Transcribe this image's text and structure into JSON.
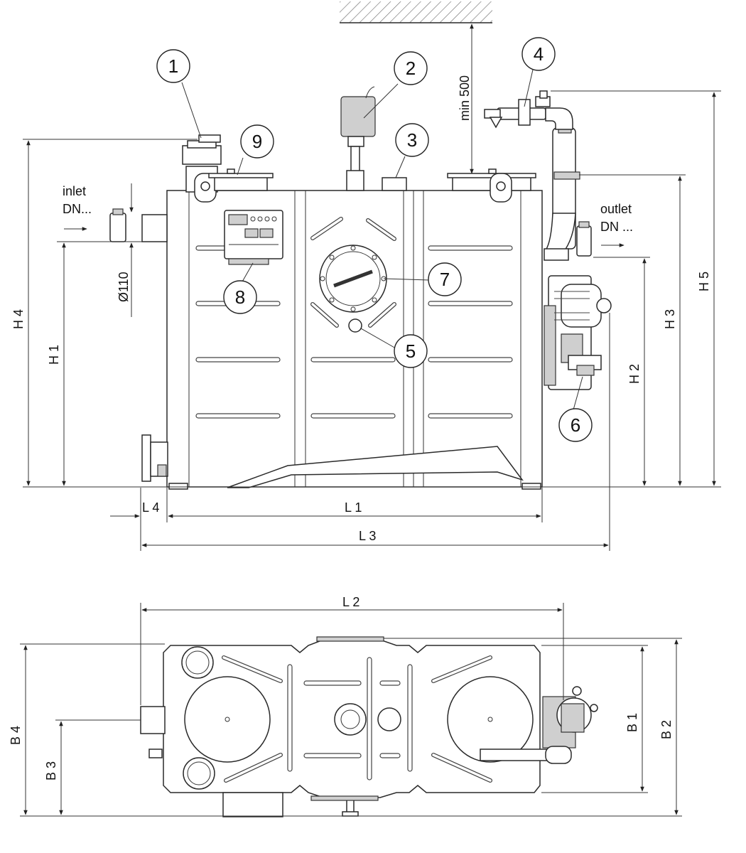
{
  "callouts": [
    "1",
    "2",
    "3",
    "4",
    "5",
    "6",
    "7",
    "8",
    "9"
  ],
  "labels": {
    "inlet": "inlet",
    "inlet_dn": "DN...",
    "outlet": "outlet",
    "outlet_dn": "DN ...",
    "diameter": "Ø110",
    "min_clearance": "min 500"
  },
  "dimensions": {
    "H1": "H 1",
    "H2": "H 2",
    "H3": "H 3",
    "H4": "H 4",
    "H5": "H 5",
    "L1": "L 1",
    "L2": "L 2",
    "L3": "L 3",
    "L4": "L 4",
    "B1": "B 1",
    "B2": "B 2",
    "B3": "B 3",
    "B4": "B 4"
  },
  "colors": {
    "line": "#2a2a2a",
    "fill_component": "#cfcfcf",
    "background": "#ffffff"
  }
}
